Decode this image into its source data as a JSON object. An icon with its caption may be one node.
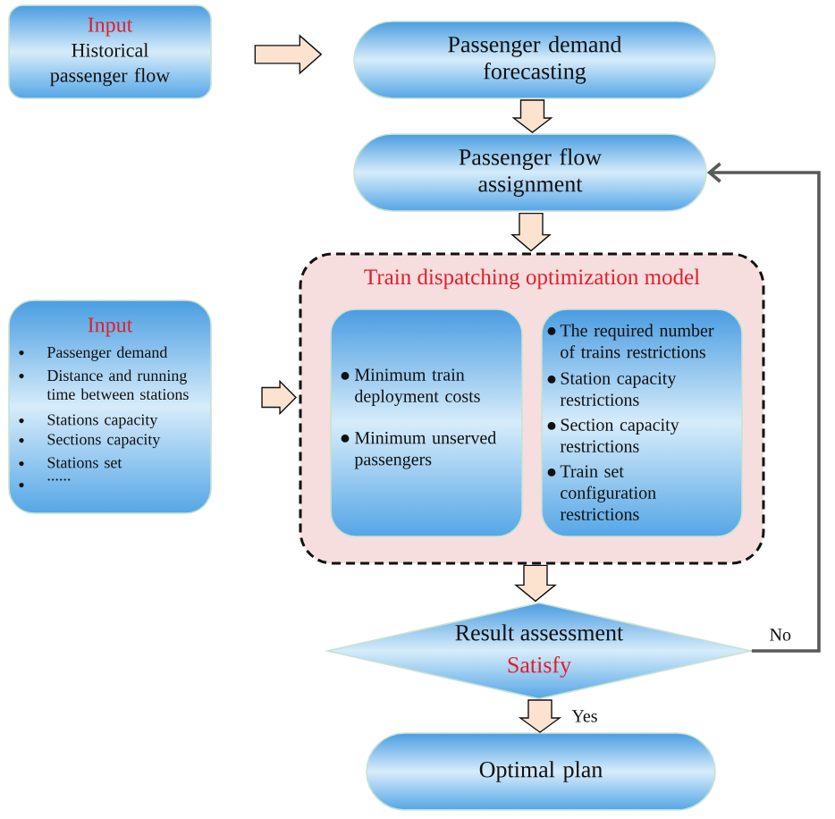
{
  "diagram": {
    "nodes": [
      {
        "text": [
          "Input",
          "Historical passenger flow"
        ]
      },
      {
        "text": [
          "Passenger demand forecasting"
        ]
      },
      {
        "text": [
          "Passenger flow assignment"
        ]
      },
      {
        "text": [
          "Input",
          "Passenger demand",
          "Distance and running time between stations",
          "Stations capacity",
          "Sections capacity",
          "Stations set",
          "......"
        ]
      },
      {
        "text": [
          "Train dispatching optimization model"
        ]
      },
      {
        "text": [
          "Minimum train deployment costs",
          "Minimum unserved passengers"
        ],
        "in": 4
      },
      {
        "text": [
          "The required number of trains restrictions",
          "Station capacity restrictions",
          "Section capacity restrictions",
          "Train set configuration restrictions"
        ],
        "in": 4
      },
      {
        "text": [
          "Result assessment",
          "Satisfy"
        ]
      },
      {
        "text": [
          "Optimal plan"
        ]
      }
    ],
    "edges": [
      {
        "from": 0,
        "to": 1,
        "arrow": "to"
      },
      {
        "from": 1,
        "to": 2,
        "arrow": "to"
      },
      {
        "from": 2,
        "to": 4,
        "arrow": "to"
      },
      {
        "from": 3,
        "to": 4,
        "arrow": "to"
      },
      {
        "from": 4,
        "to": 7,
        "arrow": "to"
      },
      {
        "from": 7,
        "to": 8,
        "arrow": "to",
        "label": "Yes"
      },
      {
        "from": 7,
        "to": 2,
        "arrow": "to",
        "label": "No",
        "color": "#595959"
      }
    ]
  }
}
